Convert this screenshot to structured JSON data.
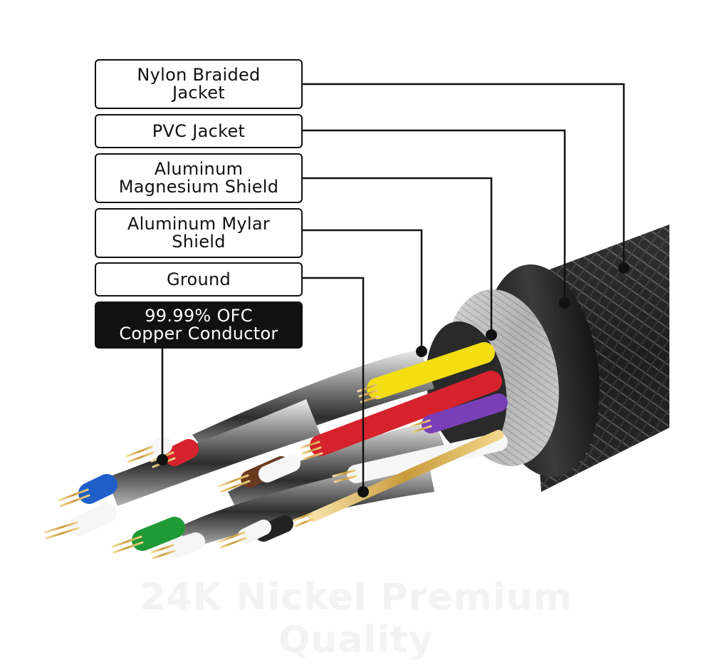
{
  "labels": {
    "nylon_line1": "Nylon Braided",
    "nylon_line2": "Jacket",
    "pvc": "PVC Jacket",
    "alm_line1": "Aluminum",
    "alm_line2": "Magnesium Shield",
    "mylar_line1": "Aluminum Mylar",
    "mylar_line2": "Shield",
    "ground": "Ground",
    "ofc_line1": "99.99% OFC",
    "ofc_line2": "Copper Conductor"
  },
  "watermark": "24K Nickel Premium Quality",
  "colors": {
    "label_border": "#111111",
    "dark_label_bg": "#111111",
    "wire_yellow": "#f2de12",
    "wire_red": "#d6222c",
    "wire_purple": "#7a3fb7",
    "wire_blue": "#1e5fc8",
    "wire_green": "#1f9a35",
    "wire_brown": "#6a3a1f",
    "braid": "#2a2a2a"
  }
}
